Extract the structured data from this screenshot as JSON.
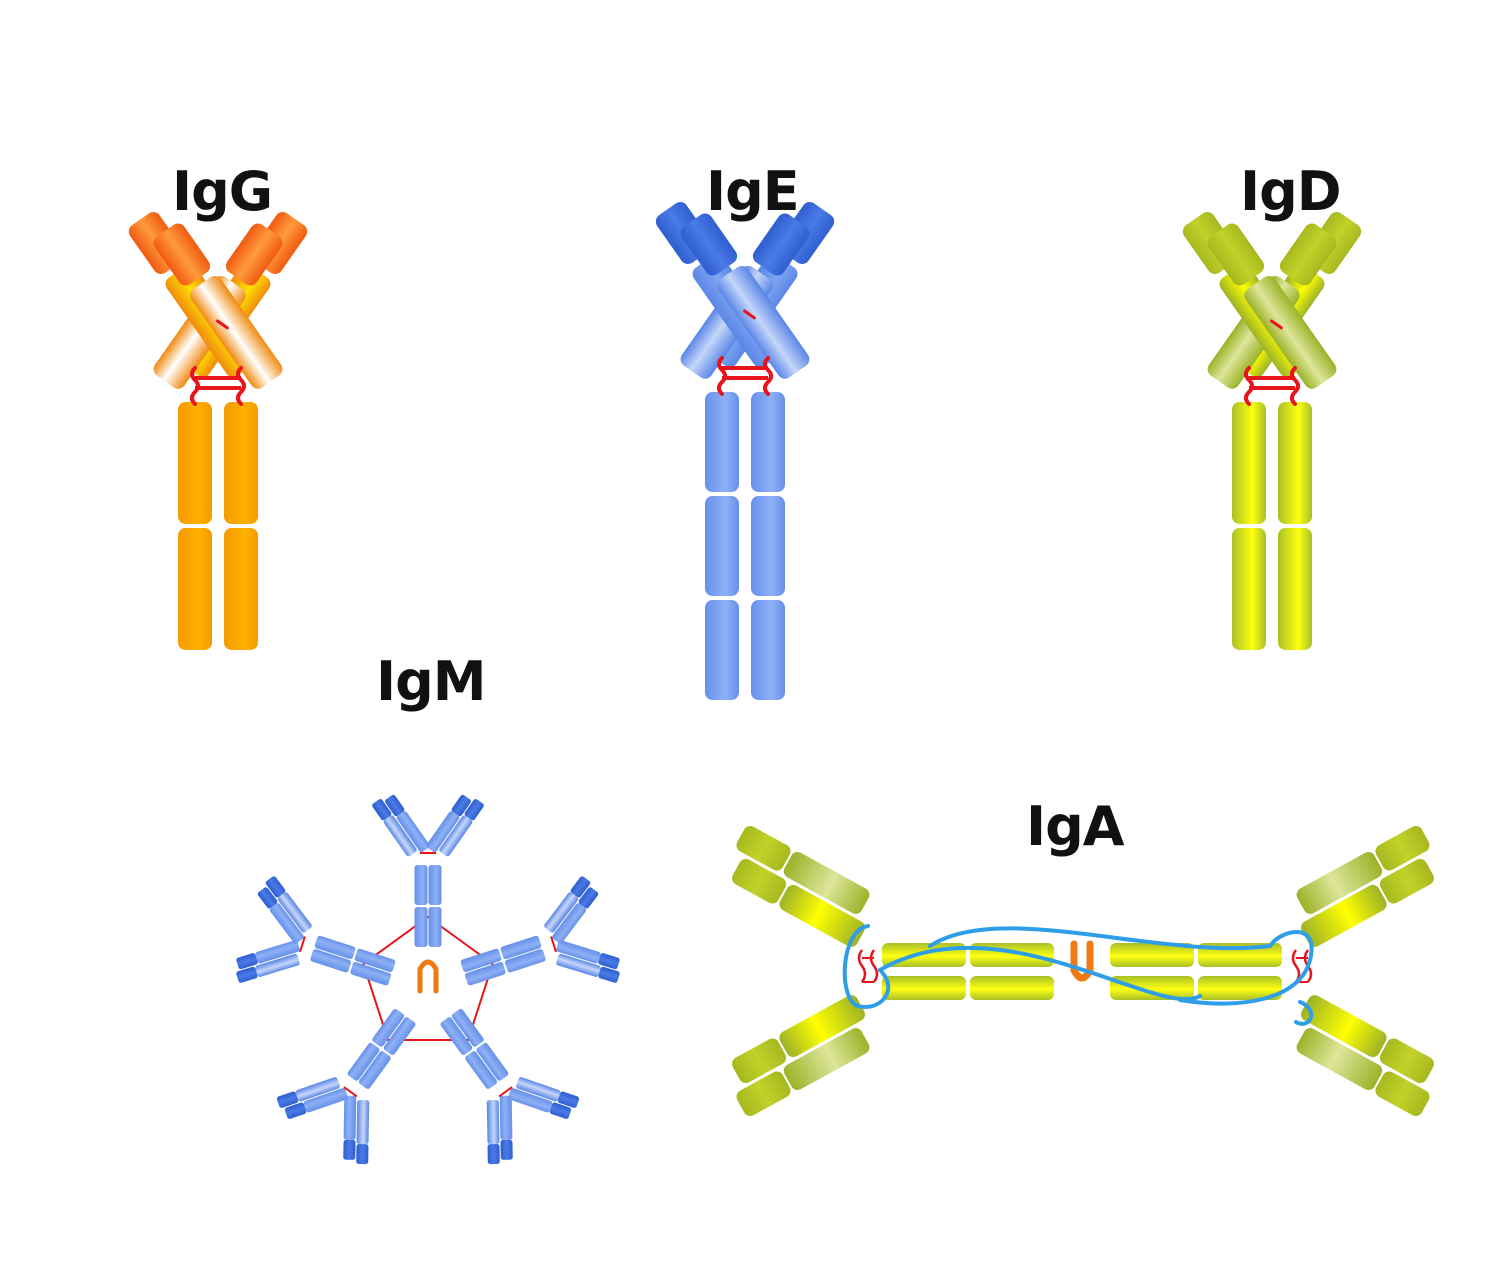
{
  "labels": {
    "igg": "IgG",
    "ige": "IgE",
    "igd": "IgD",
    "igm": "IgM",
    "iga": "IgA"
  },
  "colors": {
    "background": "#ffffff",
    "disulfide": "#e8141b",
    "j_chain": "#f07a12",
    "secretory_component": "#2f9ee8",
    "igg": {
      "variable": "#f05a12",
      "variable_light": "#ff9a3c",
      "heavy": "#ffe000",
      "light": "#ffffff",
      "edge": "#f08a10",
      "stem": "#ffb000",
      "stem_edge": "#f59a00"
    },
    "ige": {
      "variable": "#2f5fd0",
      "variable_light": "#4a7ae6",
      "heavy": "#7ea4f2",
      "light": "#c6d6fa",
      "edge": "#5a86e6",
      "stem": "#8eb0f4",
      "stem_edge": "#6690ea"
    },
    "igd": {
      "variable": "#a6b81e",
      "variable_light": "#c2d22a",
      "heavy": "#ffff00",
      "light": "#dde69a",
      "edge": "#9cb228",
      "stem": "#ffff10",
      "stem_edge": "#a8c028"
    }
  },
  "icons": {
    "igg": "igg-antibody-icon",
    "ige": "ige-antibody-icon",
    "igd": "igd-antibody-icon",
    "igm": "igm-pentamer-icon",
    "iga": "iga-dimer-icon"
  }
}
